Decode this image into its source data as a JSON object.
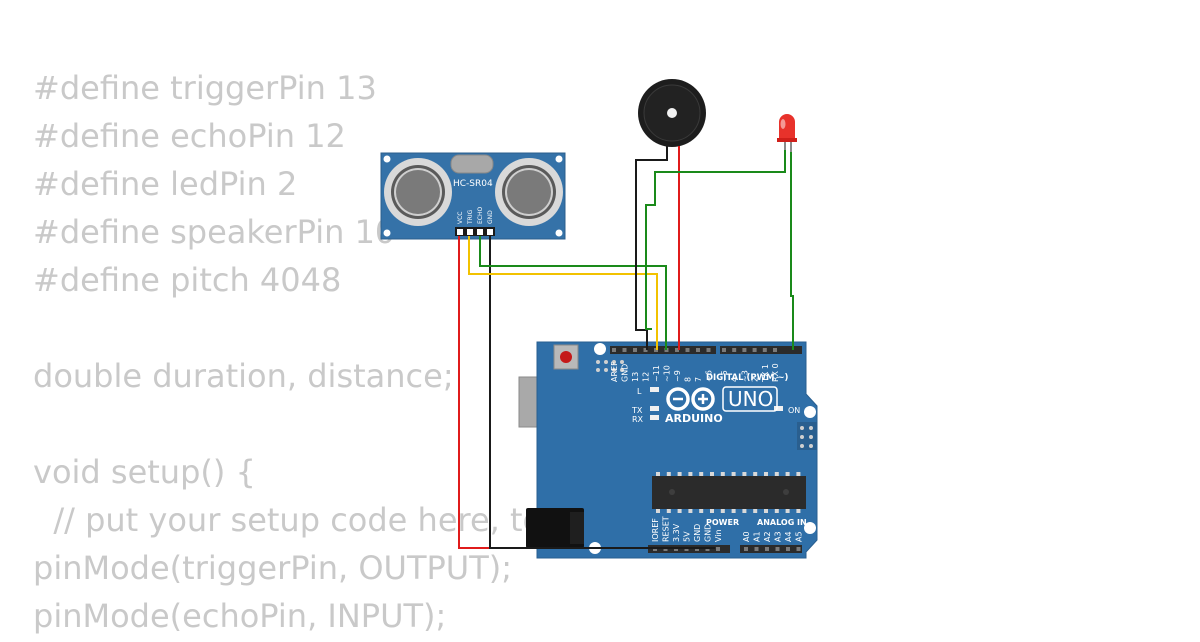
{
  "code_lines": [
    "#define triggerPin 13",
    "#define echoPin 12",
    "#define ledPin 2",
    "#define speakerPin 10",
    "#define pitch 4048",
    "",
    "double duration, distance;",
    "",
    "void setup() {",
    "  // put your setup code here, to r",
    "pinMode(triggerPin, OUTPUT);",
    "pinMode(echoPin, INPUT);"
  ],
  "sensor": {
    "model": "HC-SR04",
    "pins": [
      "VCC",
      "TRIG",
      "ECHO",
      "GND"
    ]
  },
  "board": {
    "logo_word": "UNO",
    "brand": "ARDUINO",
    "digital_label": "DIGITAL (PWM ~)",
    "on_label": "ON",
    "l_label": "L",
    "tx_label": "TX",
    "rx_label": "RX",
    "power_label": "POWER",
    "analog_label": "ANALOG IN",
    "digital_pins": [
      "AREF",
      "GND",
      "13",
      "12",
      "~11",
      "~10",
      "~9",
      "8",
      "7",
      "~6",
      "~5",
      "4",
      "~3",
      "2",
      "TX 1",
      "RX 0"
    ],
    "power_pins": [
      "IOREF",
      "RESET",
      "3.3V",
      "5V",
      "GND",
      "GND",
      "Vin"
    ],
    "analog_pins": [
      "A0",
      "A1",
      "A2",
      "A3",
      "A4",
      "A5"
    ]
  },
  "colors": {
    "board_blue": "#2f6fa8",
    "sensor_blue": "#3572a8",
    "wire_red": "#e01b1b",
    "wire_black": "#1a1a1a",
    "wire_yellow": "#f2c200",
    "wire_green": "#1a8a1a",
    "code_text": "#c9c9c9"
  }
}
